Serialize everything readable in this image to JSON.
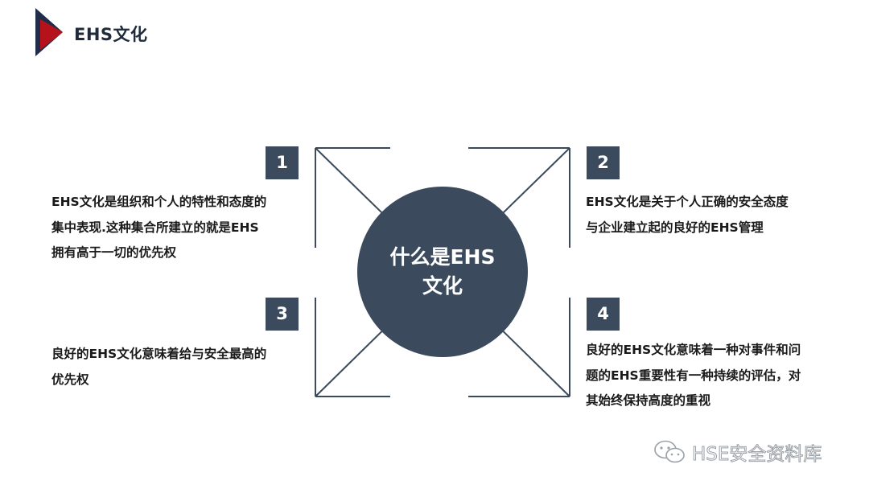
{
  "header": {
    "title": "EHS文化"
  },
  "center": {
    "line1": "什么是EHS",
    "line2": "文化"
  },
  "items": [
    {
      "number": "1",
      "lines": [
        "EHS文化是组织和个人的特性和态度的",
        "集中表现.这种集合所建立的就是EHS",
        "拥有高于一切的优先权"
      ]
    },
    {
      "number": "2",
      "lines": [
        "EHS文化是关于个人正确的安全态度",
        "与企业建立起的良好的EHS管理"
      ]
    },
    {
      "number": "3",
      "lines": [
        "良好的EHS文化意味着给与安全最高的",
        "优先权"
      ]
    },
    {
      "number": "4",
      "lines": [
        "良好的EHS文化意味着一种对事件和问",
        "题的EHS重要性有一种持续的评估，对",
        "其始终保持高度的重视"
      ]
    }
  ],
  "watermark": {
    "text": "HSE安全资料库",
    "icon": "wechat-icon"
  },
  "colors": {
    "dark_slate": "#3b4a5c",
    "logo_red": "#b5121b",
    "logo_navy": "#1f2d4a"
  }
}
